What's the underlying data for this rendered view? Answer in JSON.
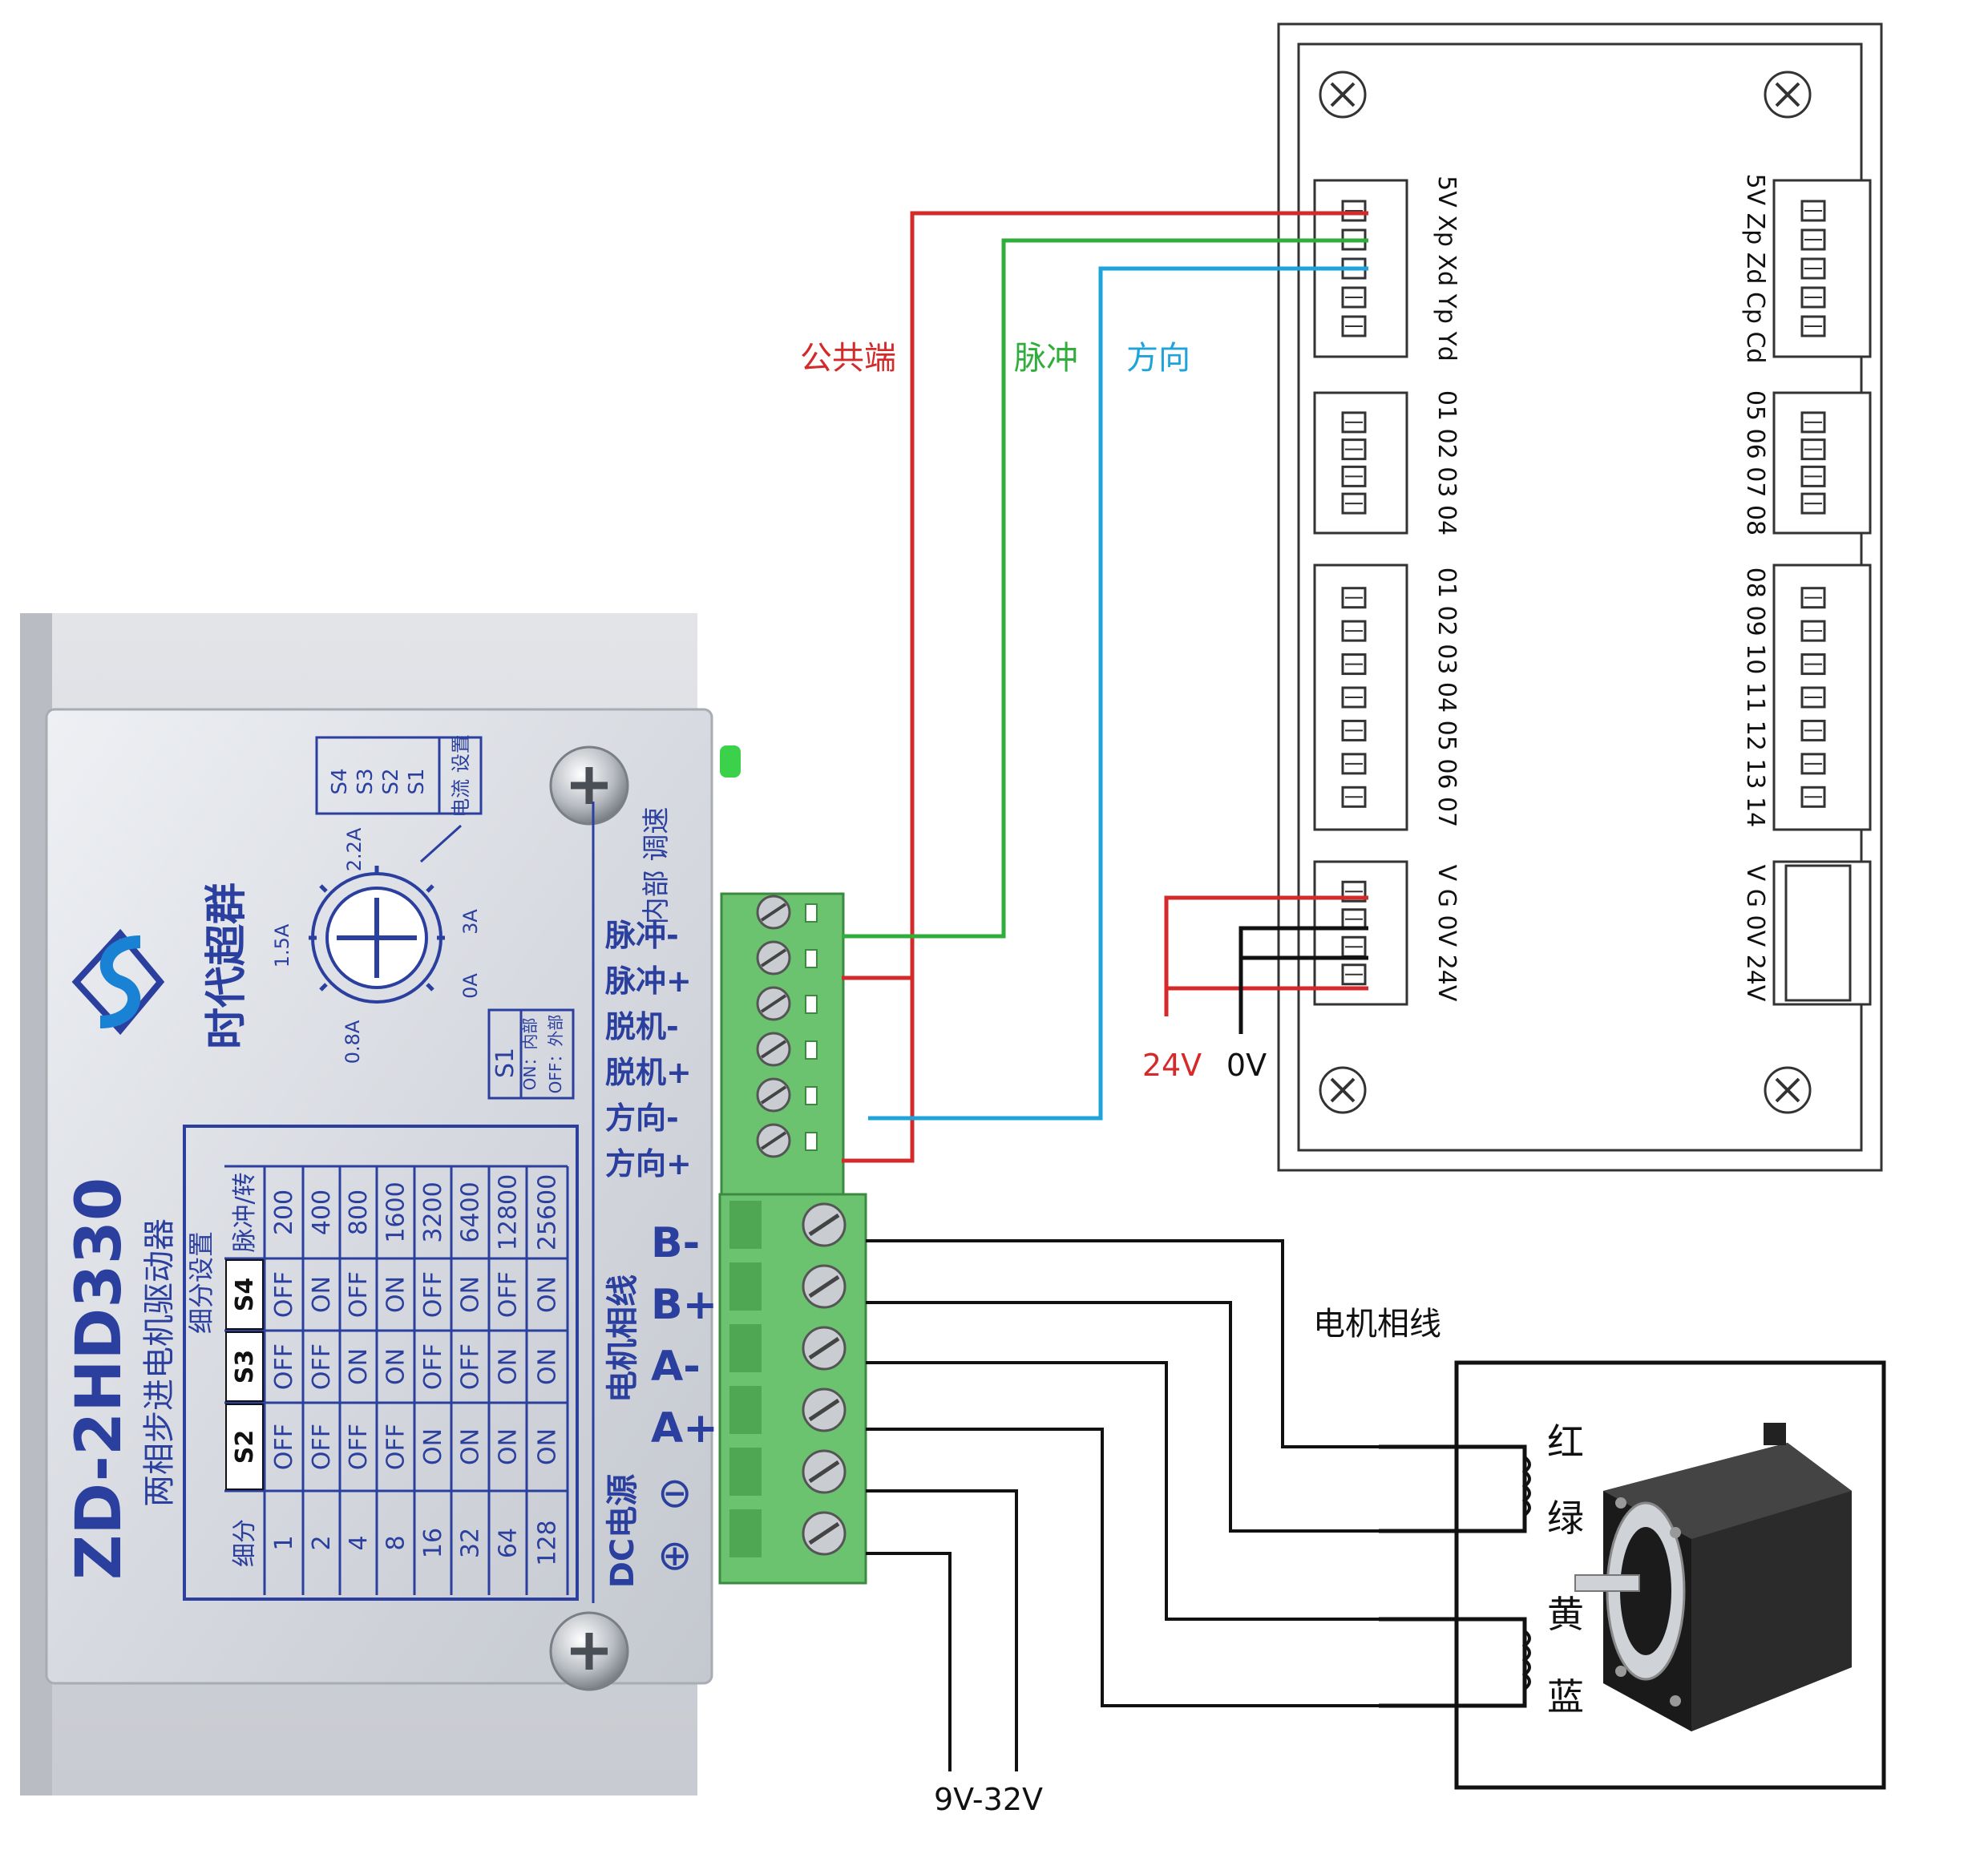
{
  "driver": {
    "brand": "时代超群",
    "model": "ZD-2HD330",
    "subtitle": "两相步进电机驱动器",
    "current_title": "电流\n设置",
    "current_switches": [
      "S4",
      "S3",
      "S2",
      "S1"
    ],
    "dial_labels": [
      "2.2A",
      "1.5A",
      "3A",
      "0.8A",
      "0A"
    ],
    "s1_label": "S1",
    "s1_on": "ON：内部",
    "s1_off": "OFF：外部",
    "internal_speed": "内部\n调速",
    "microstep_title": "细分设置",
    "table_headers": [
      "细分",
      "S2",
      "S3",
      "S4",
      "脉冲/转"
    ],
    "table_rows": [
      [
        "1",
        "OFF",
        "OFF",
        "OFF",
        "200"
      ],
      [
        "2",
        "OFF",
        "OFF",
        "ON",
        "400"
      ],
      [
        "4",
        "OFF",
        "ON",
        "OFF",
        "800"
      ],
      [
        "8",
        "OFF",
        "ON",
        "ON",
        "1600"
      ],
      [
        "16",
        "ON",
        "OFF",
        "OFF",
        "3200"
      ],
      [
        "32",
        "ON",
        "OFF",
        "ON",
        "6400"
      ],
      [
        "64",
        "ON",
        "ON",
        "OFF",
        "12800"
      ],
      [
        "128",
        "ON",
        "ON",
        "ON",
        "25600"
      ]
    ],
    "signal_terminals": [
      "脉冲-",
      "脉冲+",
      "脱机-",
      "脱机+",
      "方向-",
      "方向+"
    ],
    "phase_group_label": "电机相线",
    "phase_terminals": [
      "B-",
      "B+",
      "A-",
      "A+"
    ],
    "power_group_label": "DC电源",
    "power_terminals": [
      "⊖",
      "⊕"
    ]
  },
  "controller": {
    "blocks": [
      {
        "label": "5V Xp Xd Yp Yd"
      },
      {
        "label": "01 02 03 04"
      },
      {
        "label": "01 02 03 04 05 06 07"
      },
      {
        "label": "V  G  0V 24V"
      },
      {
        "label": "5V Zp Zd Cp Cd"
      },
      {
        "label": "05 06 07 08"
      },
      {
        "label": "08 09 10 11 12 13 14"
      },
      {
        "label": "V  G  0V 24V"
      }
    ]
  },
  "wire_labels": {
    "common": "公共端",
    "pulse": "脉冲",
    "direction": "方向",
    "v24": "24V",
    "v0": "0V",
    "motor_phase": "电机相线",
    "supply": "9V-32V"
  },
  "motor_colors": [
    "红",
    "绿",
    "黄",
    "蓝"
  ],
  "colors": {
    "red_wire": "#d42a2a",
    "green_wire": "#2fae3b",
    "blue_wire": "#1ea3db",
    "black_wire": "#111111",
    "driver_blue": "#2b3f9e",
    "terminal_green": "#6cc36f"
  }
}
